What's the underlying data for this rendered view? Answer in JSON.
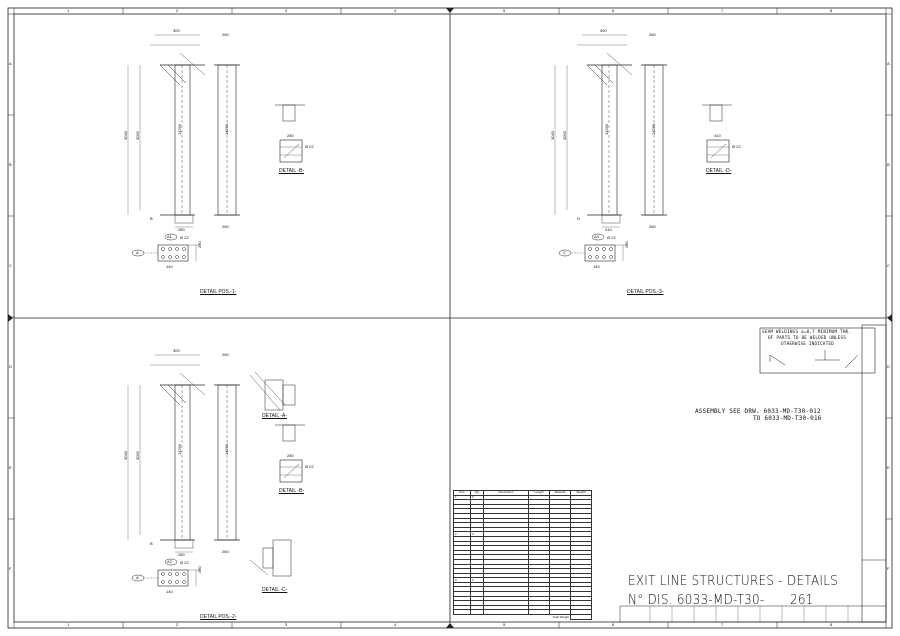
{
  "sheet": {
    "column_labels": [
      "1",
      "2",
      "3",
      "4",
      "5",
      "6",
      "7",
      "8"
    ],
    "row_labels": [
      "A",
      "B",
      "C",
      "D",
      "E",
      "F"
    ]
  },
  "panels": [
    {
      "id": "pos1",
      "caption": "DETAIL POS.-1-",
      "detail_caption": "DETAIL -B-",
      "dims": {
        "top": "300",
        "left_total": "3040",
        "left_inner": "3000",
        "length": "14290",
        "bottom": "280",
        "side_top": "260",
        "side_bottom": "260",
        "plate_w": "140",
        "plate_h": "280",
        "hole": "Ø 22",
        "mark_a1": "A1",
        "mark_a": "A",
        "section": "B"
      }
    },
    {
      "id": "pos3",
      "caption": "DETAIL POS.-3-",
      "detail_caption": "DETAIL -D-",
      "dims": {
        "top": "300",
        "left_total": "3040",
        "left_inner": "3000",
        "length": "14290",
        "bottom": "410",
        "side_top": "260",
        "side_bottom": "260",
        "plate_w": "140",
        "plate_h": "280",
        "hole": "Ø 22",
        "mark_a1": "A3",
        "mark_a": "C",
        "section": "D"
      }
    },
    {
      "id": "pos2",
      "caption": "DETAIL POS.-2-",
      "detail_caption": "DETAIL -B-",
      "dims": {
        "top": "300",
        "left_total": "3040",
        "left_inner": "3000",
        "length": "14290",
        "bottom": "280",
        "side_top": "260",
        "side_bottom": "260",
        "plate_w": "140",
        "plate_h": "280",
        "hole": "Ø 22",
        "mark_a1": "A2",
        "mark_a": "A",
        "section": "B"
      }
    }
  ],
  "extra_details": {
    "detail_a": "DETAIL -A-",
    "detail_c": "DETAIL -C-"
  },
  "weld_note": {
    "lines": [
      "SEAM WELDINGS a=0,7 MINIMUM THK.",
      "OF PARTS TO BE WELDED UNLESS",
      "OTHERWISE INDICATED"
    ]
  },
  "assembly_note": {
    "line1": "ASSEMBLY SEE DRW. 6033-MD-T30-012",
    "line2": "TO 6033-MD-T30-016"
  },
  "title_block": {
    "title": "EXIT LINE STRUCTURES - DETAILS",
    "drawing_no": "N° DIS. 6033-MD-T30-",
    "sheet_no": "261"
  },
  "bom": {
    "headers": [
      "Pos",
      "Qty",
      "Description",
      "Length",
      "Material",
      "Weight"
    ],
    "groups": [
      {
        "pos": "1",
        "qty": "2",
        "rows": 7
      },
      {
        "pos": "2",
        "qty": "2",
        "rows": 9
      },
      {
        "pos": "3",
        "qty": "2",
        "rows": 7
      }
    ],
    "total_label": "Total Weight"
  }
}
